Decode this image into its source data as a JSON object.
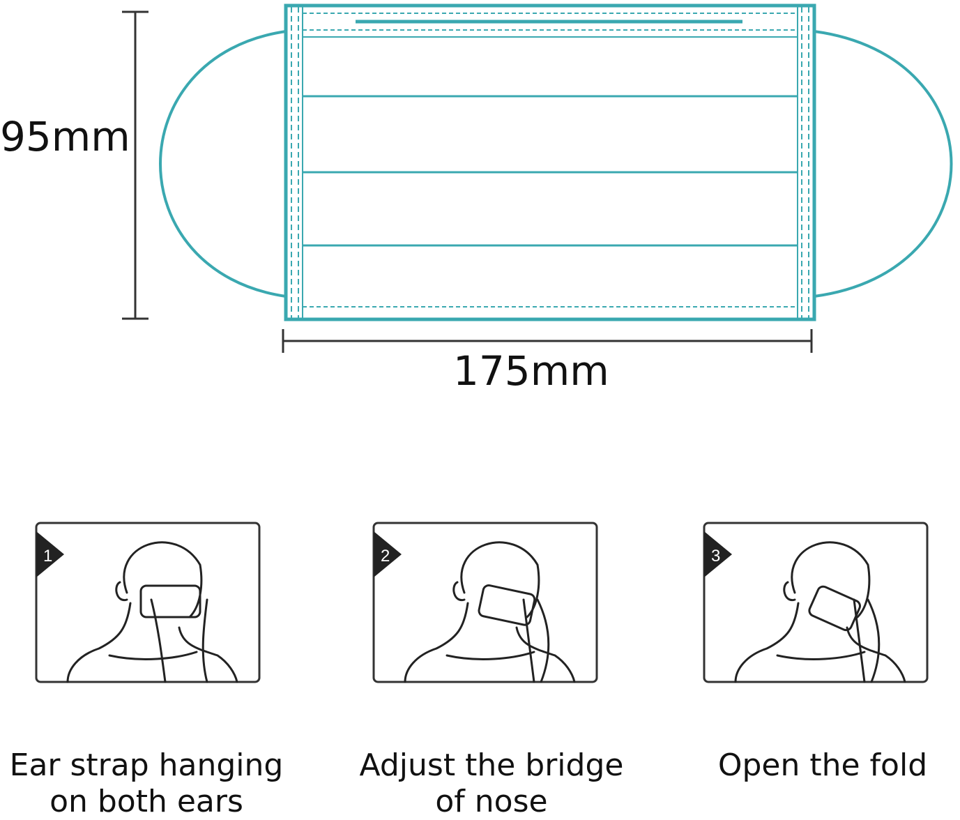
{
  "dimensions": {
    "height_label": "95mm",
    "width_label": "175mm"
  },
  "steps": [
    {
      "number": "1",
      "caption_line1": "Ear strap hanging",
      "caption_line2": "on both ears"
    },
    {
      "number": "2",
      "caption_line1": "Adjust the bridge",
      "caption_line2": "of nose"
    },
    {
      "number": "3",
      "caption_line1": "Open the fold",
      "caption_line2": ""
    }
  ],
  "colors": {
    "mask": "#3aa8b0",
    "line": "#222222"
  }
}
